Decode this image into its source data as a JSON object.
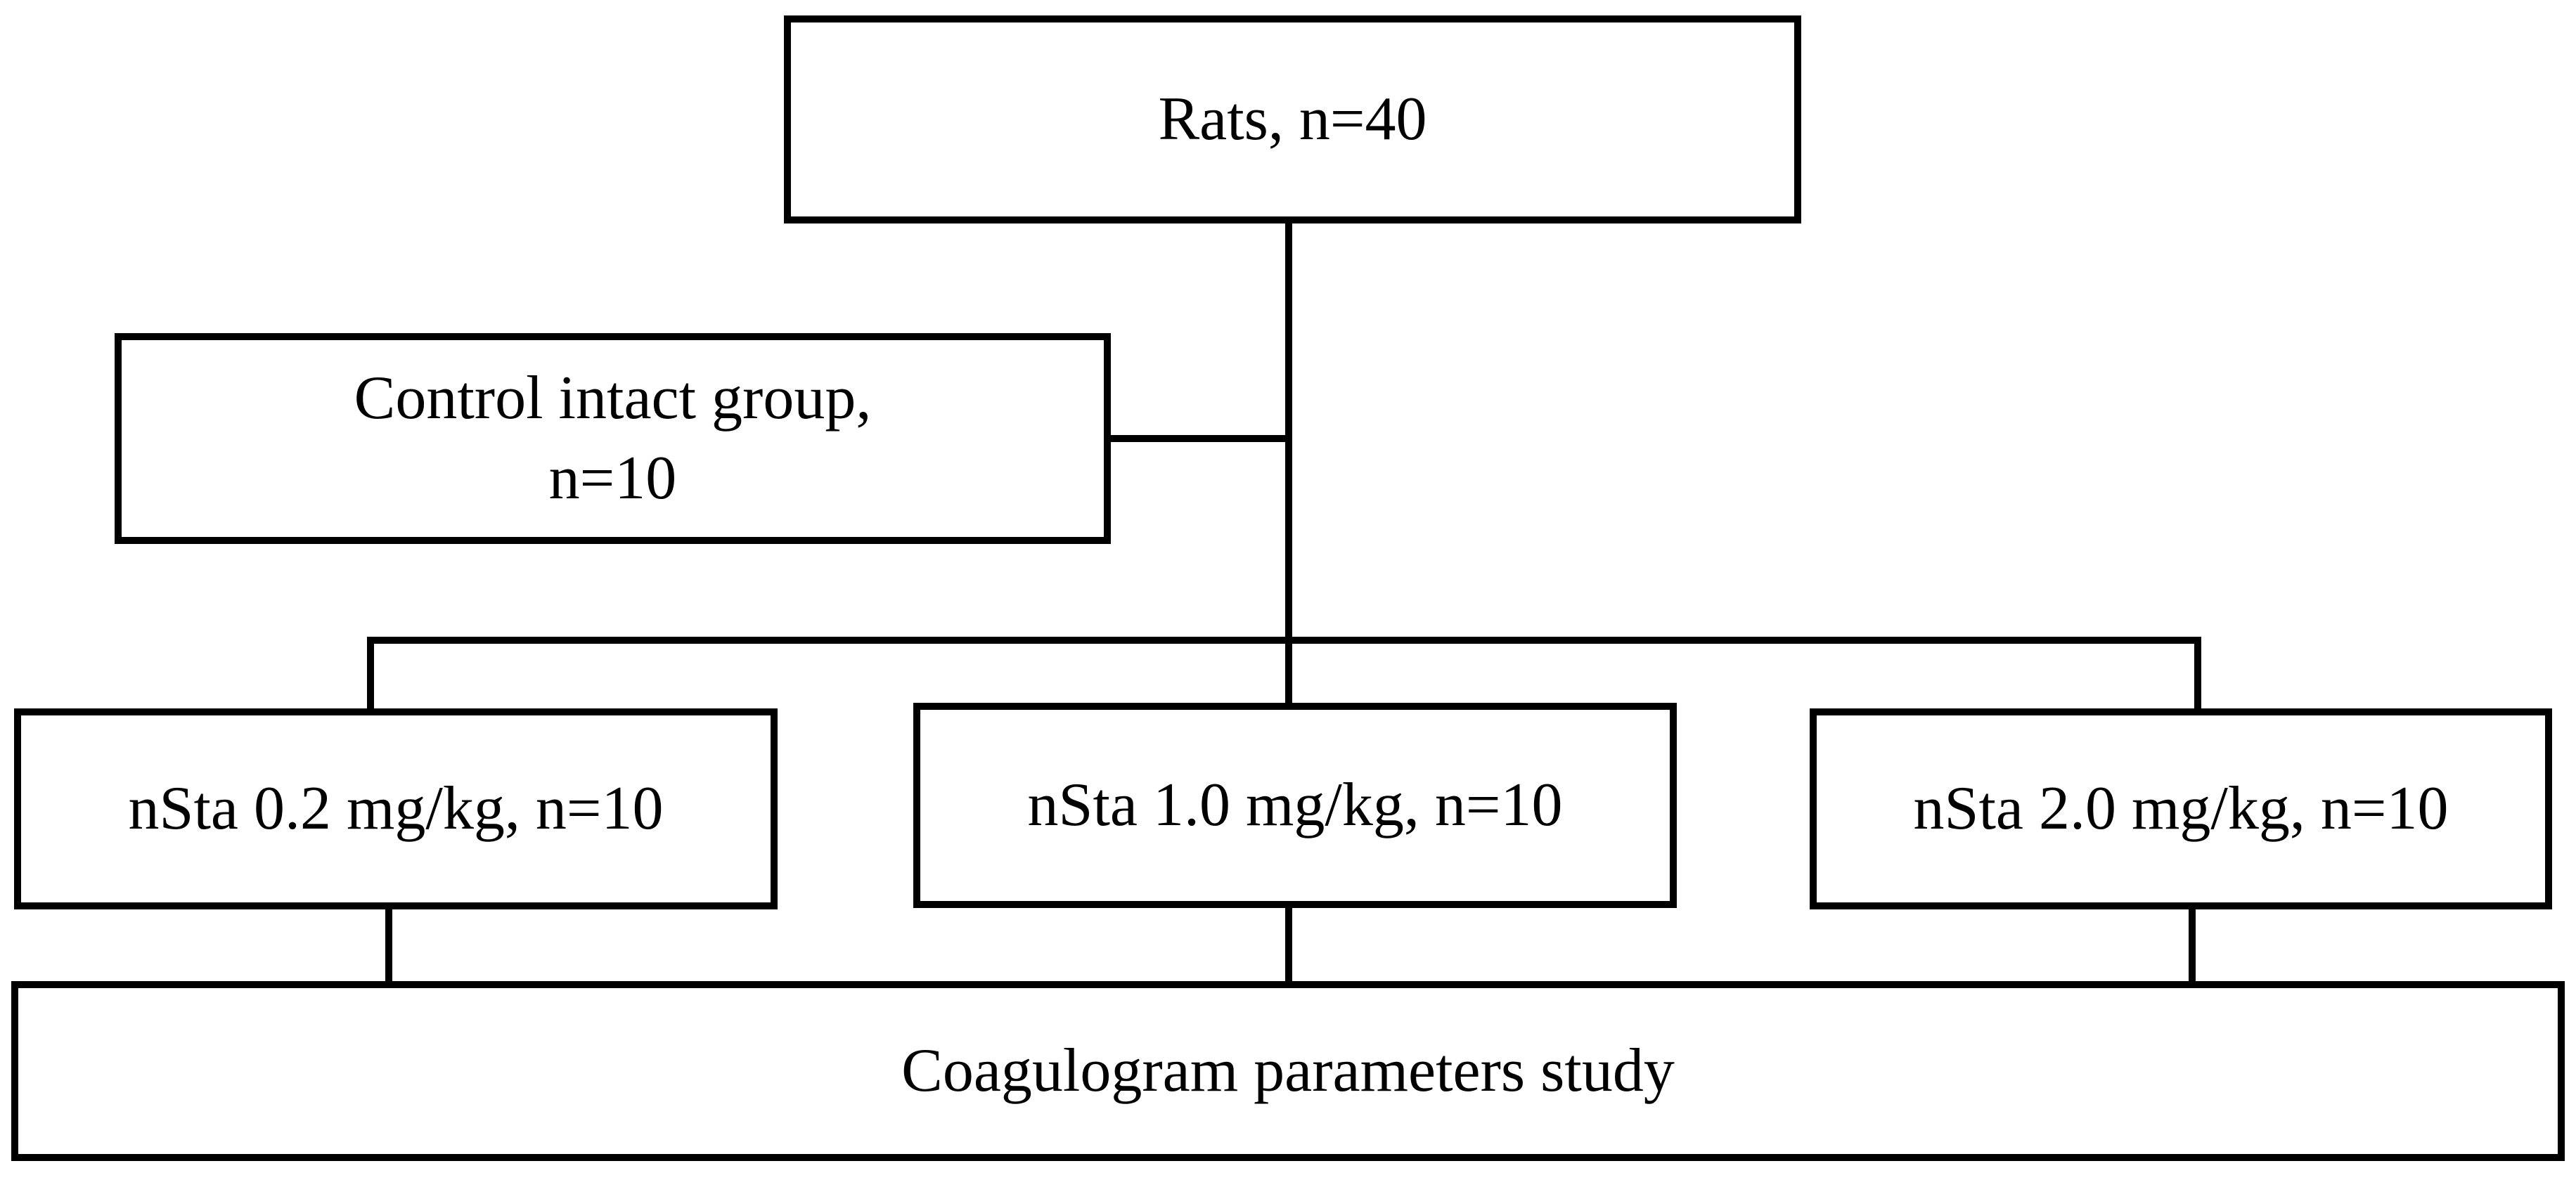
{
  "figure": {
    "type": "flowchart",
    "colors": {
      "background": "#ffffff",
      "border": "#000000",
      "text": "#000000",
      "line": "#000000"
    },
    "nodes": {
      "rats": {
        "label": "Rats, n=40"
      },
      "control": {
        "label": "Control intact group,\nn=10"
      },
      "dose_02": {
        "label": "nSta 0.2 mg/kg, n=10"
      },
      "dose_10": {
        "label": "nSta 1.0 mg/kg, n=10"
      },
      "dose_20": {
        "label": "nSta 2.0 mg/kg, n=10"
      },
      "outcome": {
        "label": "Coagulogram parameters study"
      }
    }
  }
}
